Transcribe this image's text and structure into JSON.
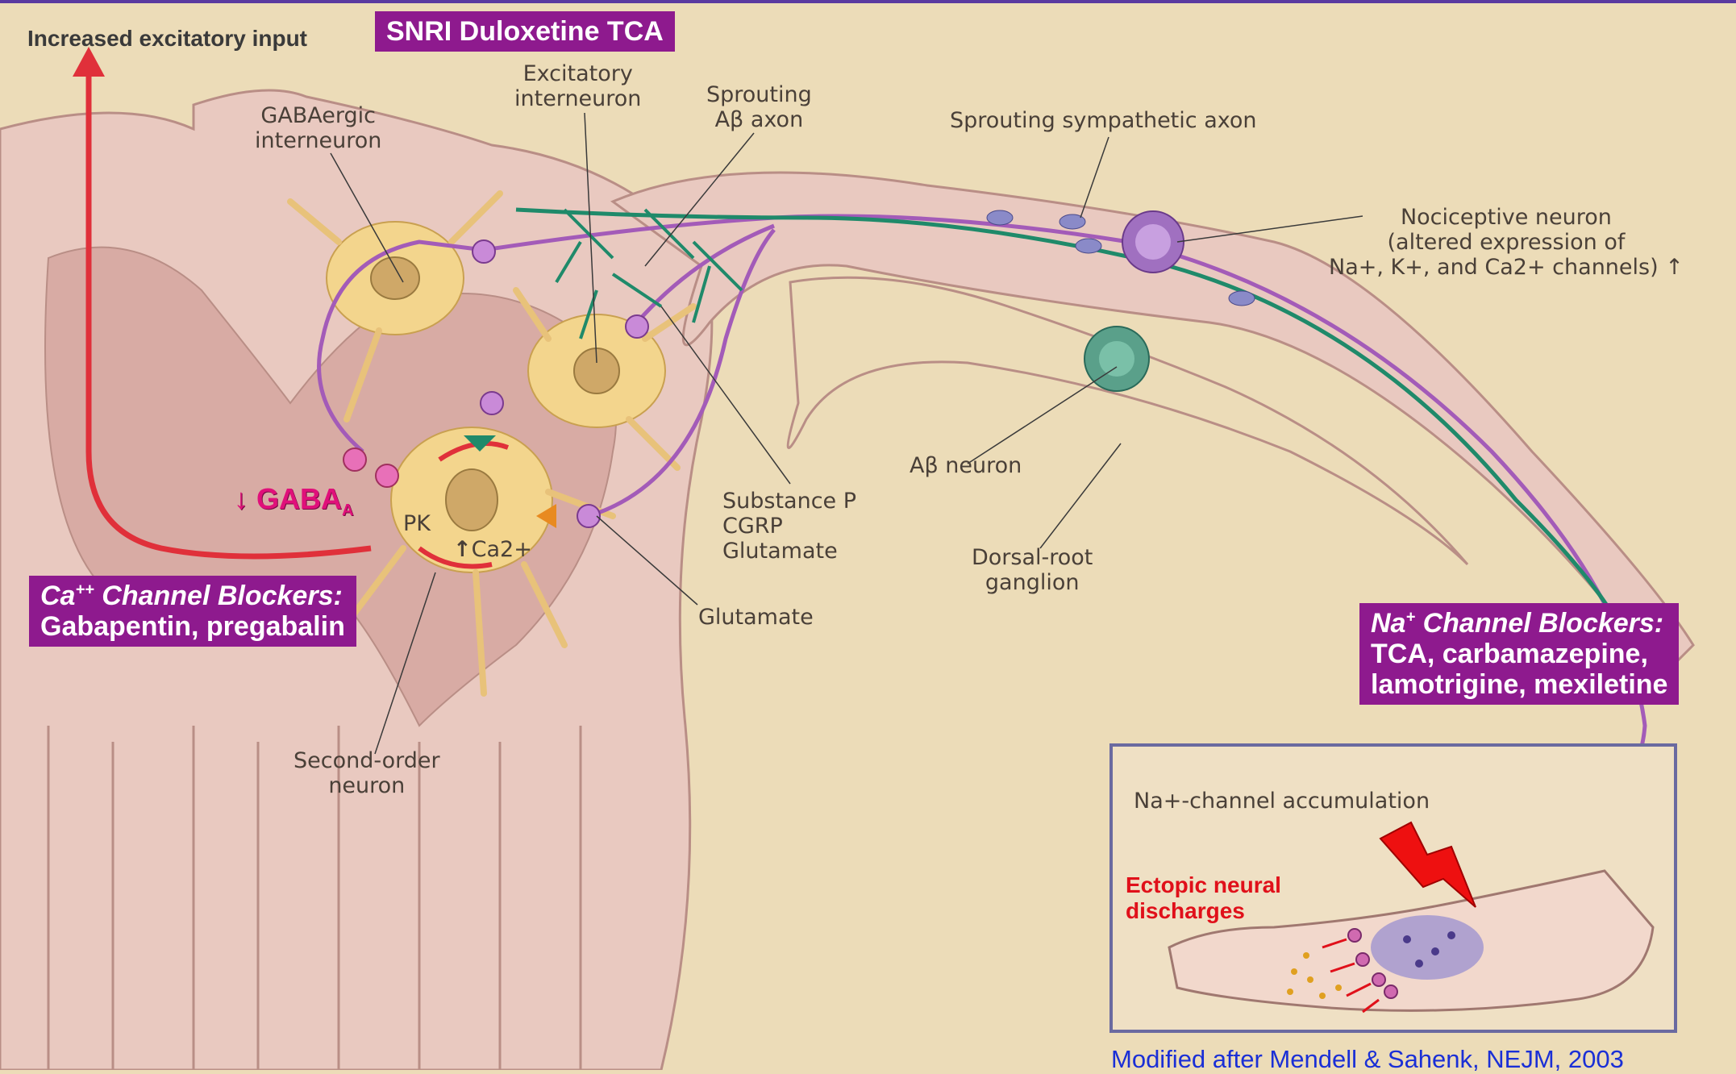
{
  "labels": {
    "increased_input": "Increased excitatory input",
    "gabaergic": [
      "GABAergic",
      "interneuron"
    ],
    "excitatory": [
      "Excitatory",
      "interneuron"
    ],
    "sprouting_ab": [
      "Sprouting",
      "Aβ axon"
    ],
    "sprouting_sympathetic": "Sprouting sympathetic axon",
    "nociceptive": [
      "Nociceptive neuron",
      "(altered expression of",
      "Na+, K+, and Ca2+ channels)"
    ],
    "ab_neuron": "Aβ neuron",
    "dorsal_root": [
      "Dorsal-root",
      "ganglion"
    ],
    "substance_p": [
      "Substance P",
      "CGRP",
      "Glutamate"
    ],
    "glutamate": "Glutamate",
    "second_order": [
      "Second-order",
      "neuron"
    ],
    "pk": "PK",
    "ca2": "Ca2+",
    "na_accumulation": "Na+-channel accumulation",
    "ectopic": [
      "Ectopic neural",
      "discharges"
    ],
    "gaba_arrow": "↓",
    "gaba_text": "GABA",
    "gaba_sub": "A"
  },
  "drug_boxes": {
    "snri": "SNRI Duloxetine TCA",
    "ca_heading_sup": "++",
    "ca_heading": "Ca",
    "ca_heading_rest": " Channel Blockers:",
    "ca_drugs": "Gabapentin, pregabalin",
    "na_heading": "Na",
    "na_heading_sup": "+",
    "na_heading_rest": " Channel Blockers:",
    "na_drugs_1": "TCA, carbamazepine,",
    "na_drugs_2": "lamotrigine, mexiletine"
  },
  "citation": "Modified after Mendell & Sahenk, NEJM, 2003",
  "colors": {
    "background": "#ecdcb8",
    "cord": "#e9c9c0",
    "gray_matter": "#d8aba4",
    "neuron": "#f3d58d",
    "purple_axon": "#a35bb8",
    "green_axon": "#1f8a6a",
    "red_tract": "#e0303a",
    "drug_box": "#8e1a8e",
    "citation": "#1a2fd6"
  }
}
